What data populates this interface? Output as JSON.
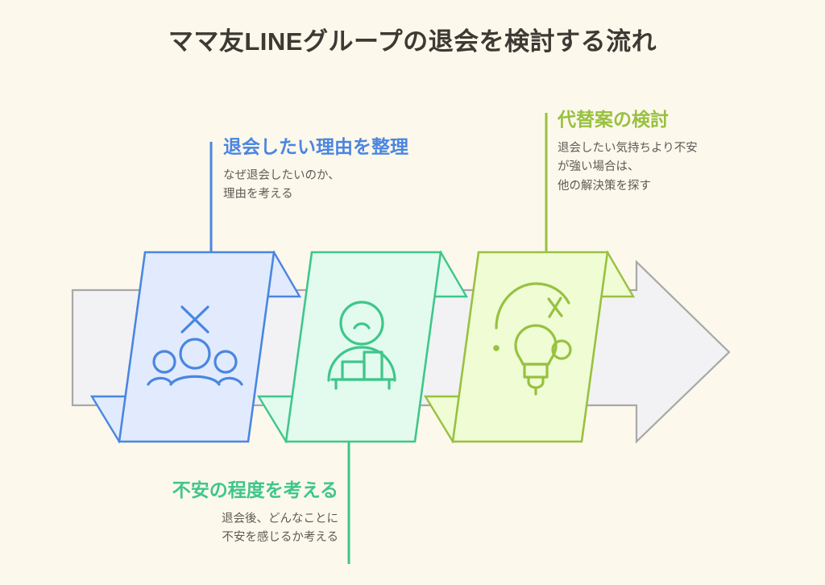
{
  "page": {
    "title": "ママ友LINEグループの退会を検討する流れ",
    "background_color": "#fdf8ec",
    "title_color": "#3d3a33"
  },
  "flow": {
    "arrow": {
      "fill": "#f2f2f4",
      "stroke": "#a8a8a8",
      "direction": "right"
    },
    "steps": [
      {
        "index": 1,
        "icon": "people-group-x-icon",
        "icon_meaning": "three people with an X above",
        "fill": "#e1ebfd",
        "stroke": "#4a86e0",
        "accent": "#4a86e0",
        "callout_position": "top",
        "title": "退会したい理由を整理",
        "body": "なぜ退会したいのか、\n理由を考える"
      },
      {
        "index": 2,
        "icon": "worried-person-chart-icon",
        "icon_meaning": "sad person behind a bar chart",
        "fill": "#e2fbee",
        "stroke": "#3fc68b",
        "accent": "#3fc68b",
        "callout_position": "bottom",
        "title": "不安の程度を考える",
        "body": "退会後、どんなことに\n不安を感じるか考える"
      },
      {
        "index": 3,
        "icon": "lightbulb-idea-icon",
        "icon_meaning": "lightbulb with arc, spark and dots",
        "fill": "#effcd4",
        "stroke": "#98c140",
        "accent": "#98c140",
        "callout_position": "top",
        "title": "代替案の検討",
        "body": "退会したい気持ちより不安\nが強い場合は、\n他の解決策を探す"
      }
    ]
  }
}
